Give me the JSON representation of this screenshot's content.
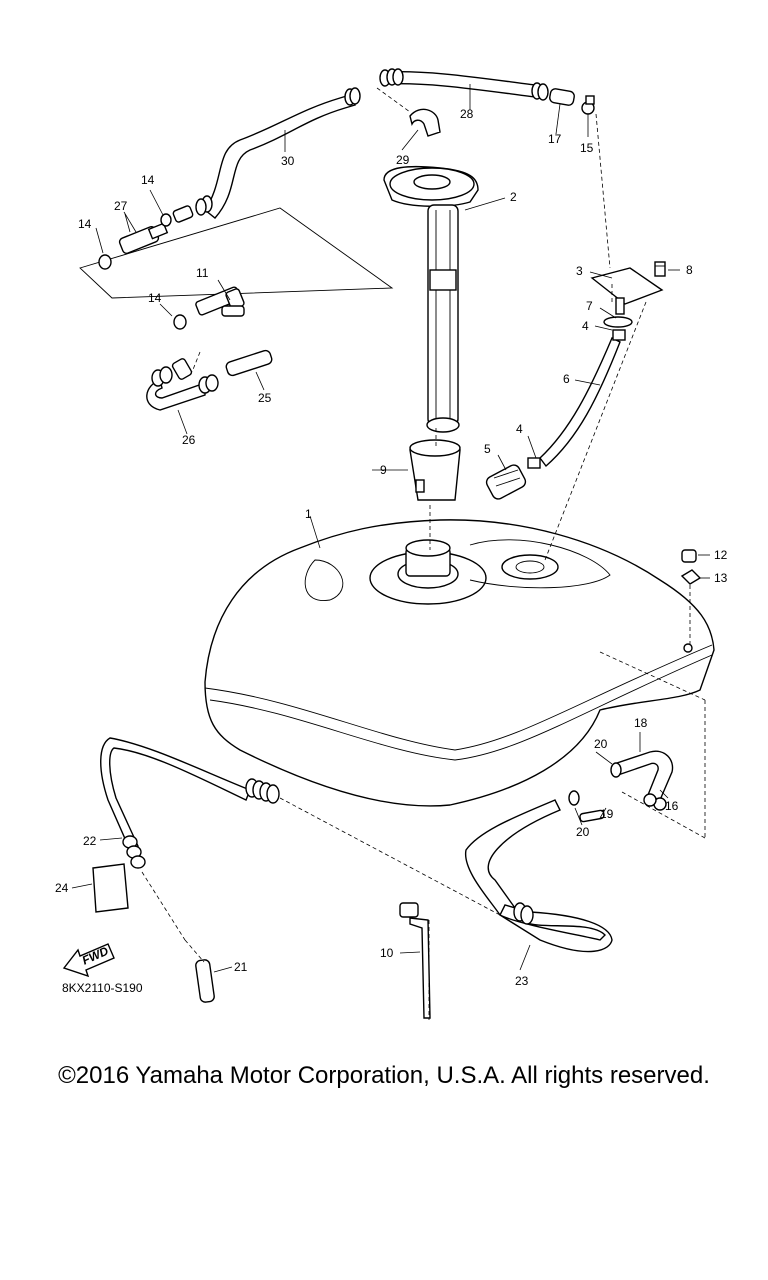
{
  "diagram": {
    "code": "8KX2110-S190",
    "fwd_label": "FWD",
    "callouts": [
      "1",
      "2",
      "3",
      "4",
      "4",
      "5",
      "6",
      "7",
      "8",
      "9",
      "10",
      "11",
      "12",
      "13",
      "14",
      "14",
      "14",
      "14",
      "15",
      "16",
      "17",
      "18",
      "19",
      "20",
      "20",
      "21",
      "22",
      "23",
      "24",
      "25",
      "26",
      "27",
      "28",
      "29",
      "30"
    ]
  },
  "footer": {
    "copyright": "©2016 Yamaha Motor Corporation, U.S.A. All rights reserved."
  }
}
